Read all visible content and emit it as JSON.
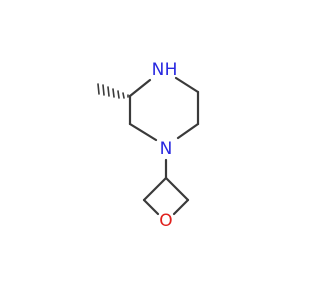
{
  "molecule": {
    "atoms": [
      {
        "id": "N4",
        "label": "N",
        "sub": "H",
        "color": "#2828e0"
      },
      {
        "id": "N1",
        "label": "N",
        "sub": "",
        "color": "#2828e0"
      },
      {
        "id": "O",
        "label": "O",
        "sub": "",
        "color": "#e0201c"
      }
    ],
    "stereo": "hashed-wedge"
  },
  "colors": {
    "bond": "#3a3a3a",
    "nitrogen": "#2828e0",
    "oxygen": "#e0201c",
    "background": "#ffffff"
  }
}
